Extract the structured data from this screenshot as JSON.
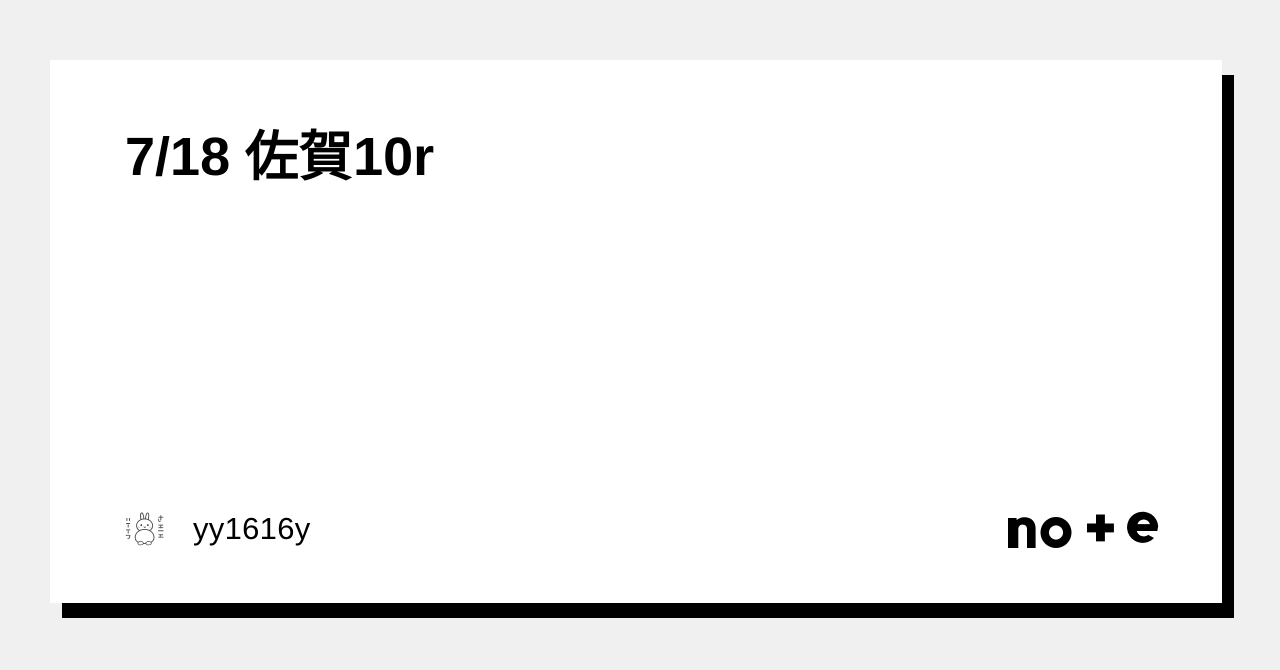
{
  "page": {
    "background_color": "#f0f0f0",
    "type": "note-share-card"
  },
  "card": {
    "background_color": "#ffffff",
    "shadow_color": "#000000",
    "title": "7/18 佐賀10r",
    "footer": {
      "author": {
        "avatar_icon": "rabbit-avatar-icon",
        "avatar_description": "hand-drawn white rabbit illustration with vertical Japanese text",
        "name": "yy1616y"
      },
      "brand": {
        "logo_icon": "note-logo-icon",
        "logo_text": "note",
        "logo_color": "#000000"
      }
    }
  }
}
